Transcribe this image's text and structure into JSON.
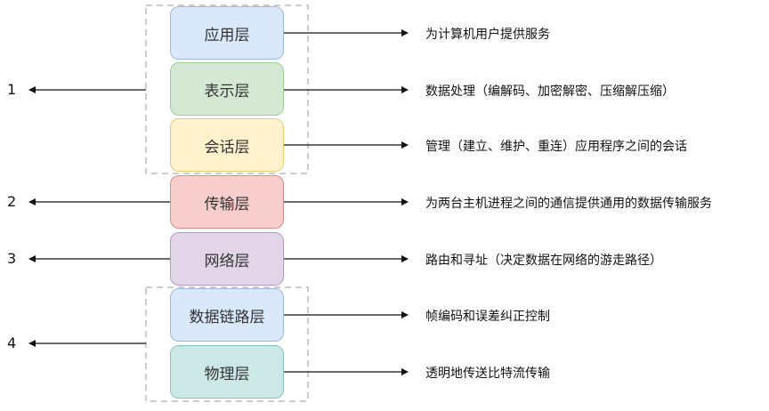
{
  "layers": [
    {
      "name": "应用层",
      "desc": "为计算机用户提供服务",
      "fill": "#dae8fc",
      "stroke": "#9db8e6"
    },
    {
      "name": "表示层",
      "desc": "数据处理（编解码、加密解密、压缩解压缩）",
      "fill": "#d5e8d4",
      "stroke": "#9fcf97"
    },
    {
      "name": "会话层",
      "desc": "管理（建立、维护、重连）应用程序之间的会话",
      "fill": "#fff2cc",
      "stroke": "#e8cb73"
    },
    {
      "name": "传输层",
      "desc": "为两台主机进程之间的通信提供通用的数据传输服务",
      "fill": "#f8cecc",
      "stroke": "#d98b8b"
    },
    {
      "name": "网络层",
      "desc": "路由和寻址（决定数据在网络的游走路径）",
      "fill": "#e1d5e7",
      "stroke": "#b59ac4"
    },
    {
      "name": "数据链路层",
      "desc": "帧编码和误差纠正控制",
      "fill": "#dae8fc",
      "stroke": "#9db8e6"
    },
    {
      "name": "物理层",
      "desc": "透明地传送比特流传输",
      "fill": "#cce8e6",
      "stroke": "#86c3be"
    }
  ],
  "groups": [
    {
      "label": "1"
    },
    {
      "label": "2"
    },
    {
      "label": "3"
    },
    {
      "label": "4"
    }
  ]
}
